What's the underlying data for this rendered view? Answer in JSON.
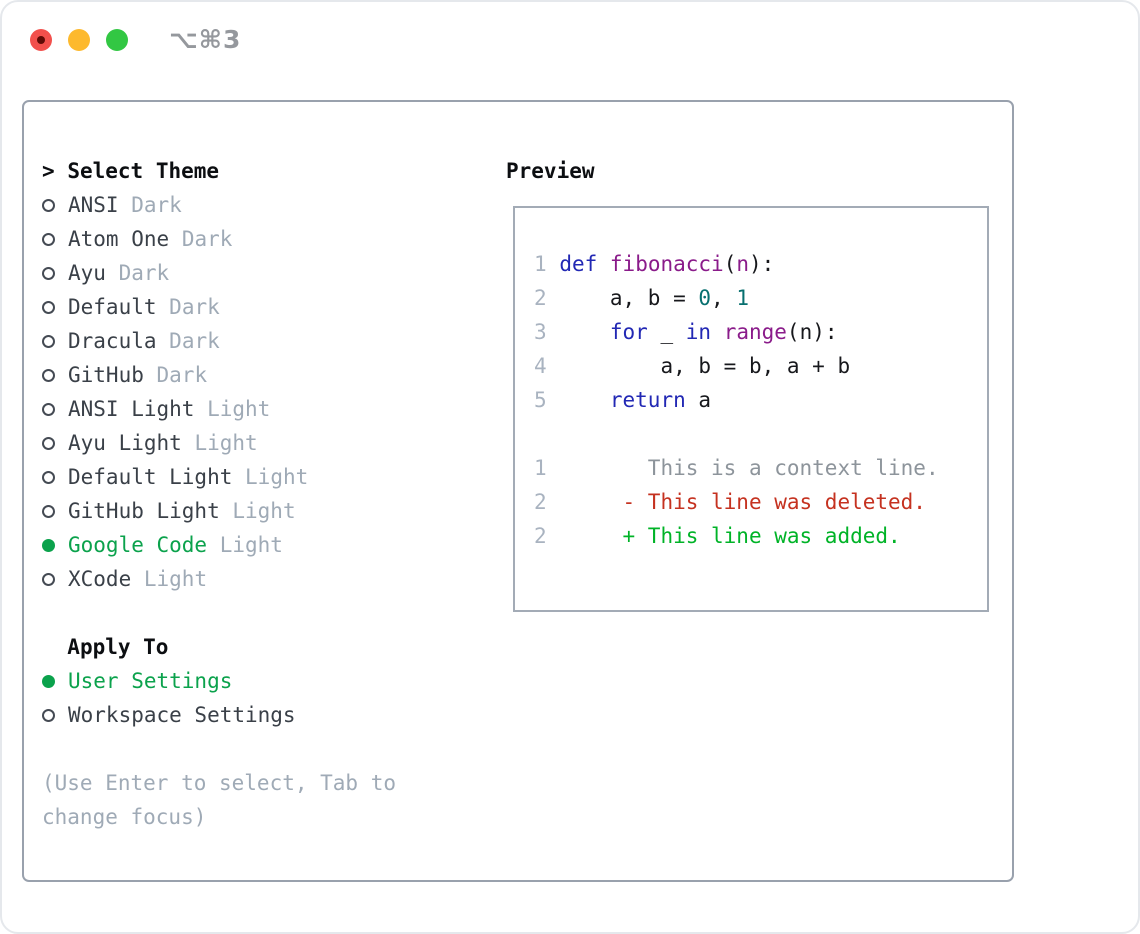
{
  "titlebar": {
    "title": "⌥⌘3",
    "traffic_lights": [
      "close",
      "minimize",
      "zoom"
    ]
  },
  "theme_panel": {
    "prompt": ">",
    "title": "Select Theme",
    "items": [
      {
        "name": "ANSI",
        "tag": "Dark",
        "selected": false
      },
      {
        "name": "Atom One",
        "tag": "Dark",
        "selected": false
      },
      {
        "name": "Ayu",
        "tag": "Dark",
        "selected": false
      },
      {
        "name": "Default",
        "tag": "Dark",
        "selected": false
      },
      {
        "name": "Dracula",
        "tag": "Dark",
        "selected": false
      },
      {
        "name": "GitHub",
        "tag": "Dark",
        "selected": false
      },
      {
        "name": "ANSI Light",
        "tag": "Light",
        "selected": false
      },
      {
        "name": "Ayu Light",
        "tag": "Light",
        "selected": false
      },
      {
        "name": "Default Light",
        "tag": "Light",
        "selected": false
      },
      {
        "name": "GitHub Light",
        "tag": "Light",
        "selected": false
      },
      {
        "name": "Google Code",
        "tag": "Light",
        "selected": true
      },
      {
        "name": "XCode",
        "tag": "Light",
        "selected": false
      }
    ],
    "apply_to": {
      "title": "Apply To",
      "options": [
        {
          "name": "User Settings",
          "selected": true
        },
        {
          "name": "Workspace Settings",
          "selected": false
        }
      ]
    },
    "hint_lines": [
      "(Use Enter to select, Tab to",
      "change focus)"
    ]
  },
  "preview": {
    "title": "Preview",
    "lines": [
      {
        "num": "1",
        "tokens": [
          [
            " ",
            "pln"
          ],
          [
            "def",
            "kw"
          ],
          [
            " ",
            "pln"
          ],
          [
            "fibonacci",
            "fn"
          ],
          [
            "(",
            "pln"
          ],
          [
            "n",
            "fn"
          ],
          [
            "):",
            "pln"
          ]
        ]
      },
      {
        "num": "2",
        "tokens": [
          [
            "     a, b = ",
            "pln"
          ],
          [
            "0",
            "lit"
          ],
          [
            ", ",
            "pln"
          ],
          [
            "1",
            "lit"
          ]
        ]
      },
      {
        "num": "3",
        "tokens": [
          [
            "     ",
            "pln"
          ],
          [
            "for",
            "kw"
          ],
          [
            " _ ",
            "pln"
          ],
          [
            "in",
            "kw"
          ],
          [
            " ",
            "pln"
          ],
          [
            "range",
            "fn"
          ],
          [
            "(n):",
            "pln"
          ]
        ]
      },
      {
        "num": "4",
        "tokens": [
          [
            "         a, b = b, a + b",
            "pln"
          ]
        ]
      },
      {
        "num": "5",
        "tokens": [
          [
            "     ",
            "pln"
          ],
          [
            "return",
            "kw"
          ],
          [
            " a",
            "pln"
          ]
        ]
      },
      {
        "num": "",
        "tokens": []
      },
      {
        "num": "1",
        "tokens": [
          [
            "        This is a context line.",
            "ctx"
          ]
        ]
      },
      {
        "num": "2",
        "tokens": [
          [
            "      - This line was deleted.",
            "del"
          ]
        ]
      },
      {
        "num": "2",
        "tokens": [
          [
            "      + This line was added.",
            "add"
          ]
        ]
      }
    ]
  },
  "colors": {
    "kw": "#2228b4",
    "fn": "#8a1b8a",
    "lit": "#076f6f",
    "pln": "#17181c",
    "ln": "#a9b3c0",
    "ctx": "#8d949b",
    "del": "#c53220",
    "add": "#00b327",
    "ui_green": "#0ba24c",
    "item": "#3a4048",
    "muted": "#9faab6",
    "heading": "#0c0e11",
    "radio": "#454b54",
    "border_box": "#99a1ad",
    "border_preview": "#a3abb6",
    "border_window": "#e5e8ec",
    "tl_red": "#f2504c",
    "tl_red_dot": "#5f0b06",
    "tl_yellow": "#fdb92d",
    "tl_green": "#32c743",
    "title_gray": "#95989d"
  }
}
